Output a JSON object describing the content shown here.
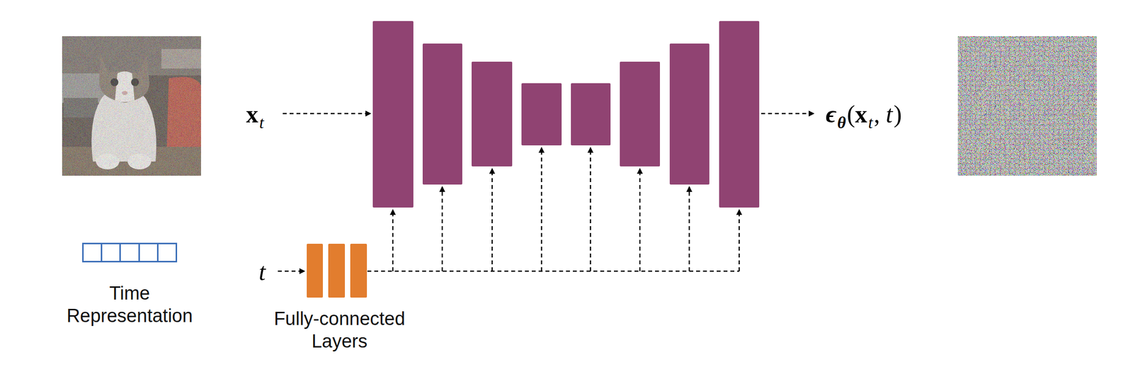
{
  "diagram": {
    "nodes": [
      {
        "text": [
          "Time Representation"
        ]
      },
      {
        "text": [
          "Fully-connected Layers"
        ]
      }
    ],
    "labels": [
      "x",
      "t",
      "t",
      "ϵ",
      "θ",
      "(",
      "x",
      "t",
      ",",
      "t",
      ")"
    ]
  }
}
